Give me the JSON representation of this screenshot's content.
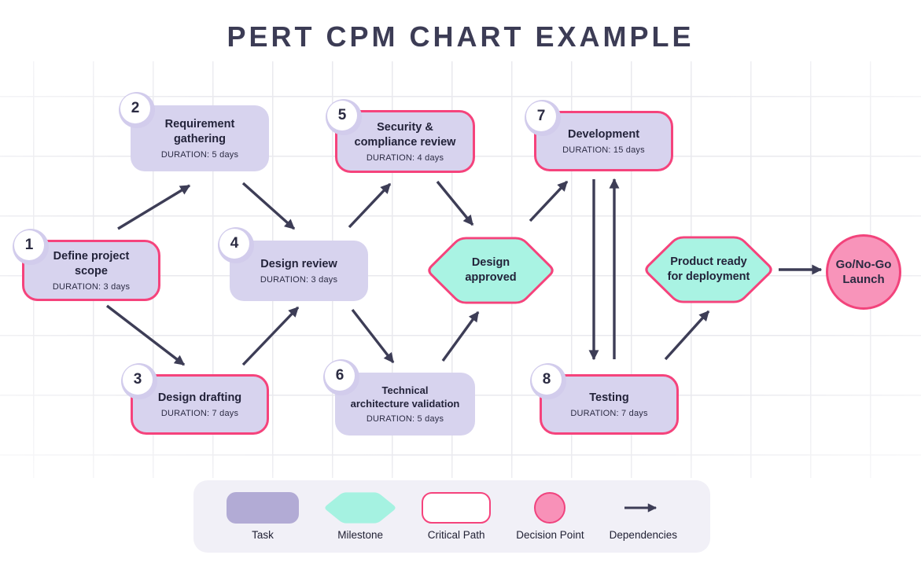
{
  "title": "PERT CPM CHART EXAMPLE",
  "nodes": [
    {
      "id": 1,
      "title": "Define project\nscope",
      "duration": "DURATION: 3 days",
      "critical": true
    },
    {
      "id": 2,
      "title": "Requirement\ngathering",
      "duration": "DURATION: 5 days",
      "critical": false
    },
    {
      "id": 3,
      "title": "Design drafting",
      "duration": "DURATION: 7 days",
      "critical": true
    },
    {
      "id": 4,
      "title": "Design review",
      "duration": "DURATION: 3 days",
      "critical": false
    },
    {
      "id": 5,
      "title": "Security &\ncompliance review",
      "duration": "DURATION: 4 days",
      "critical": true
    },
    {
      "id": 6,
      "title": "Technical\narchitecture validation",
      "duration": "DURATION: 5 days",
      "critical": false
    },
    {
      "id": 7,
      "title": "Development",
      "duration": "DURATION: 15 days",
      "critical": true
    },
    {
      "id": 8,
      "title": "Testing",
      "duration": "DURATION: 7 days",
      "critical": true
    }
  ],
  "milestones": [
    {
      "id": "design-approved",
      "label": "Design\napproved"
    },
    {
      "id": "product-ready",
      "label": "Product ready\nfor deployment"
    }
  ],
  "decision": {
    "id": "go-no-go",
    "label": "Go/No-Go\nLaunch"
  },
  "edges": [
    {
      "from": "1",
      "to": "2"
    },
    {
      "from": "1",
      "to": "3"
    },
    {
      "from": "2",
      "to": "4"
    },
    {
      "from": "3",
      "to": "4"
    },
    {
      "from": "4",
      "to": "5"
    },
    {
      "from": "4",
      "to": "6"
    },
    {
      "from": "5",
      "to": "design-approved"
    },
    {
      "from": "6",
      "to": "design-approved"
    },
    {
      "from": "design-approved",
      "to": "7"
    },
    {
      "from": "7",
      "to": "8"
    },
    {
      "from": "8",
      "to": "7"
    },
    {
      "from": "8",
      "to": "product-ready"
    },
    {
      "from": "product-ready",
      "to": "go-no-go"
    }
  ],
  "legend": {
    "items": [
      {
        "label": "Task"
      },
      {
        "label": "Milestone"
      },
      {
        "label": "Critical Path"
      },
      {
        "label": "Decision Point"
      },
      {
        "label": "Dependencies"
      }
    ]
  },
  "colors": {
    "task_fill": "#d7d3ee",
    "critical_border": "#f5437c",
    "milestone_fill": "#a9f3e3",
    "decision_fill": "#f894ba",
    "arrow": "#3d3d56",
    "title_text": "#3c3c55",
    "legend_bg": "#f1f0f7"
  }
}
